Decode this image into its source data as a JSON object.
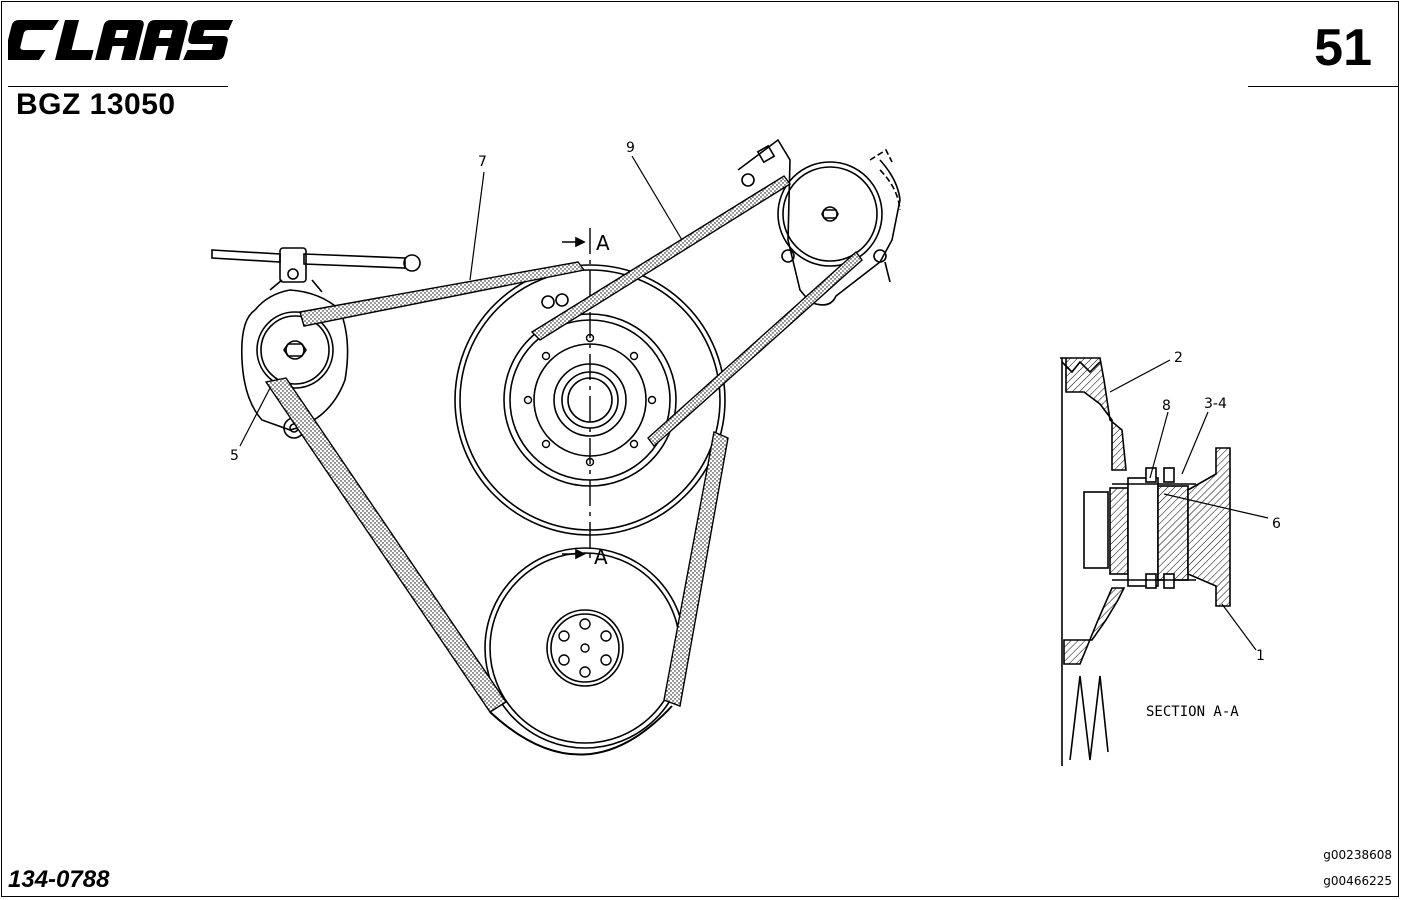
{
  "header": {
    "brand": "CLAAS",
    "model": "BGZ 13050",
    "page_number": "51"
  },
  "footer": {
    "drawing_ref": "134-0788",
    "graphic_id_1": "g00238608",
    "graphic_id_2": "g00466225"
  },
  "diagram": {
    "callouts": [
      "7",
      "9",
      "5",
      "2",
      "8",
      "3-4",
      "6",
      "1"
    ],
    "section_marker": "A",
    "section_title": "SECTION A-A"
  }
}
